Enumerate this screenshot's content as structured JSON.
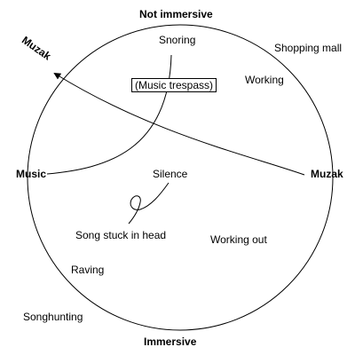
{
  "poles": {
    "top": "Not immersive",
    "bottom": "Immersive",
    "left": "Music",
    "right": "Muzak"
  },
  "arrow_label": "Muzak",
  "items": {
    "snoring": "Snoring",
    "music_trespass": "(Music trespass)",
    "shopping_mall": "Shopping mall",
    "working": "Working",
    "silence": "Silence",
    "song_stuck": "Song stuck in head",
    "working_out": "Working out",
    "raving": "Raving",
    "songhunting": "Songhunting"
  },
  "colors": {
    "ink": "#000000",
    "background": "#ffffff"
  }
}
